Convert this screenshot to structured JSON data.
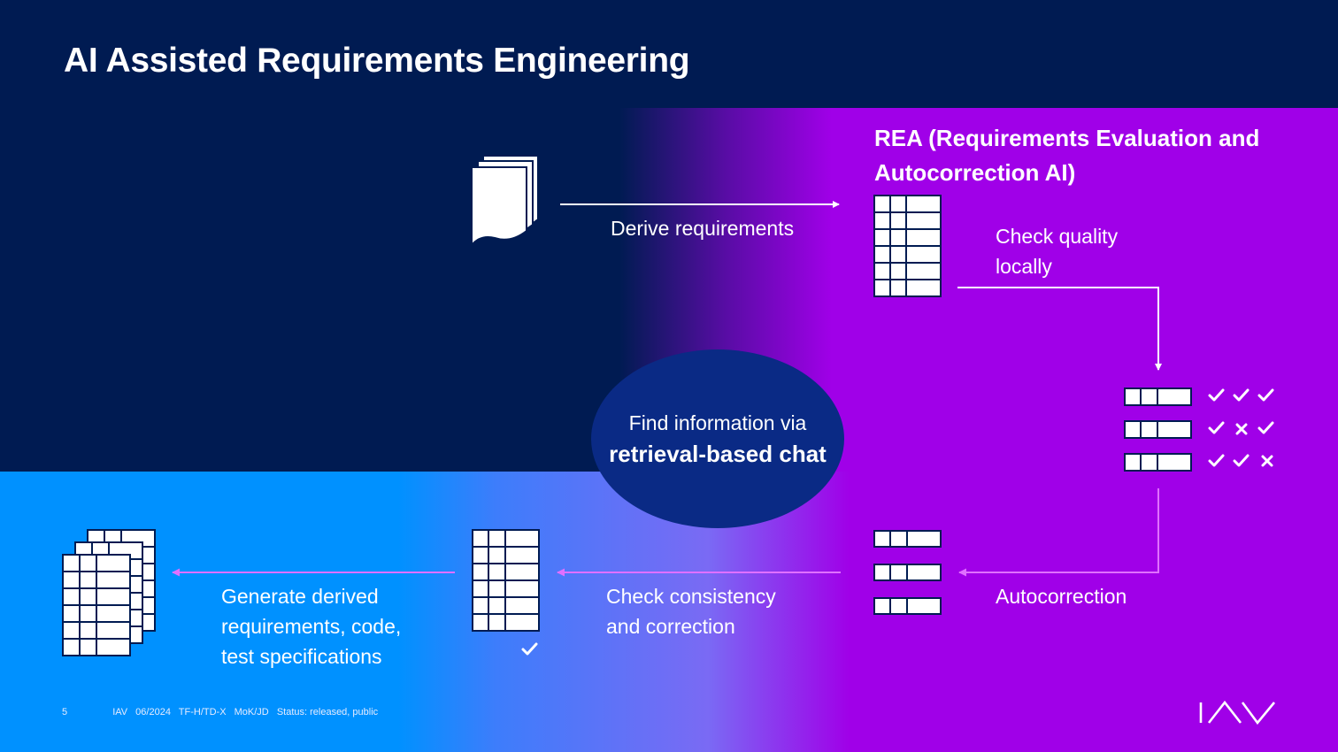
{
  "slide_title": "AI Assisted Requirements Engineering",
  "rea": {
    "title_line1": "REA (Requirements Evaluation and",
    "title_line2": "Autocorrection AI)"
  },
  "steps": {
    "derive": "Derive requirements",
    "check_quality_line1": "Check quality",
    "check_quality_line2": "locally",
    "autocorrection": "Autocorrection",
    "consistency_line1": "Check consistency",
    "consistency_line2": "and correction",
    "generate_line1": "Generate derived",
    "generate_line2": "requirements, code,",
    "generate_line3": "test specifications"
  },
  "chat_bubble": {
    "line1": "Find information via",
    "line2": "retrieval-based chat"
  },
  "quality_results": [
    [
      "check",
      "check",
      "check"
    ],
    [
      "check",
      "cross",
      "check"
    ],
    [
      "check",
      "check",
      "cross"
    ]
  ],
  "footer": {
    "page": "5",
    "company": "IAV",
    "date": "06/2024",
    "department": "TF-H/TD-X",
    "authors": "MoK/JD",
    "status": "Status: released, public"
  },
  "logo_text": "IAV",
  "colors": {
    "navy": "#001b52",
    "purple": "#a000e8",
    "blue": "#0091ff",
    "bubble": "#0a2a85",
    "pink_arrow": "#e070ff"
  },
  "icons": {
    "document": "document-stack-icon",
    "table": "requirements-table-icon",
    "check": "checkmark-icon",
    "cross": "cross-icon"
  }
}
